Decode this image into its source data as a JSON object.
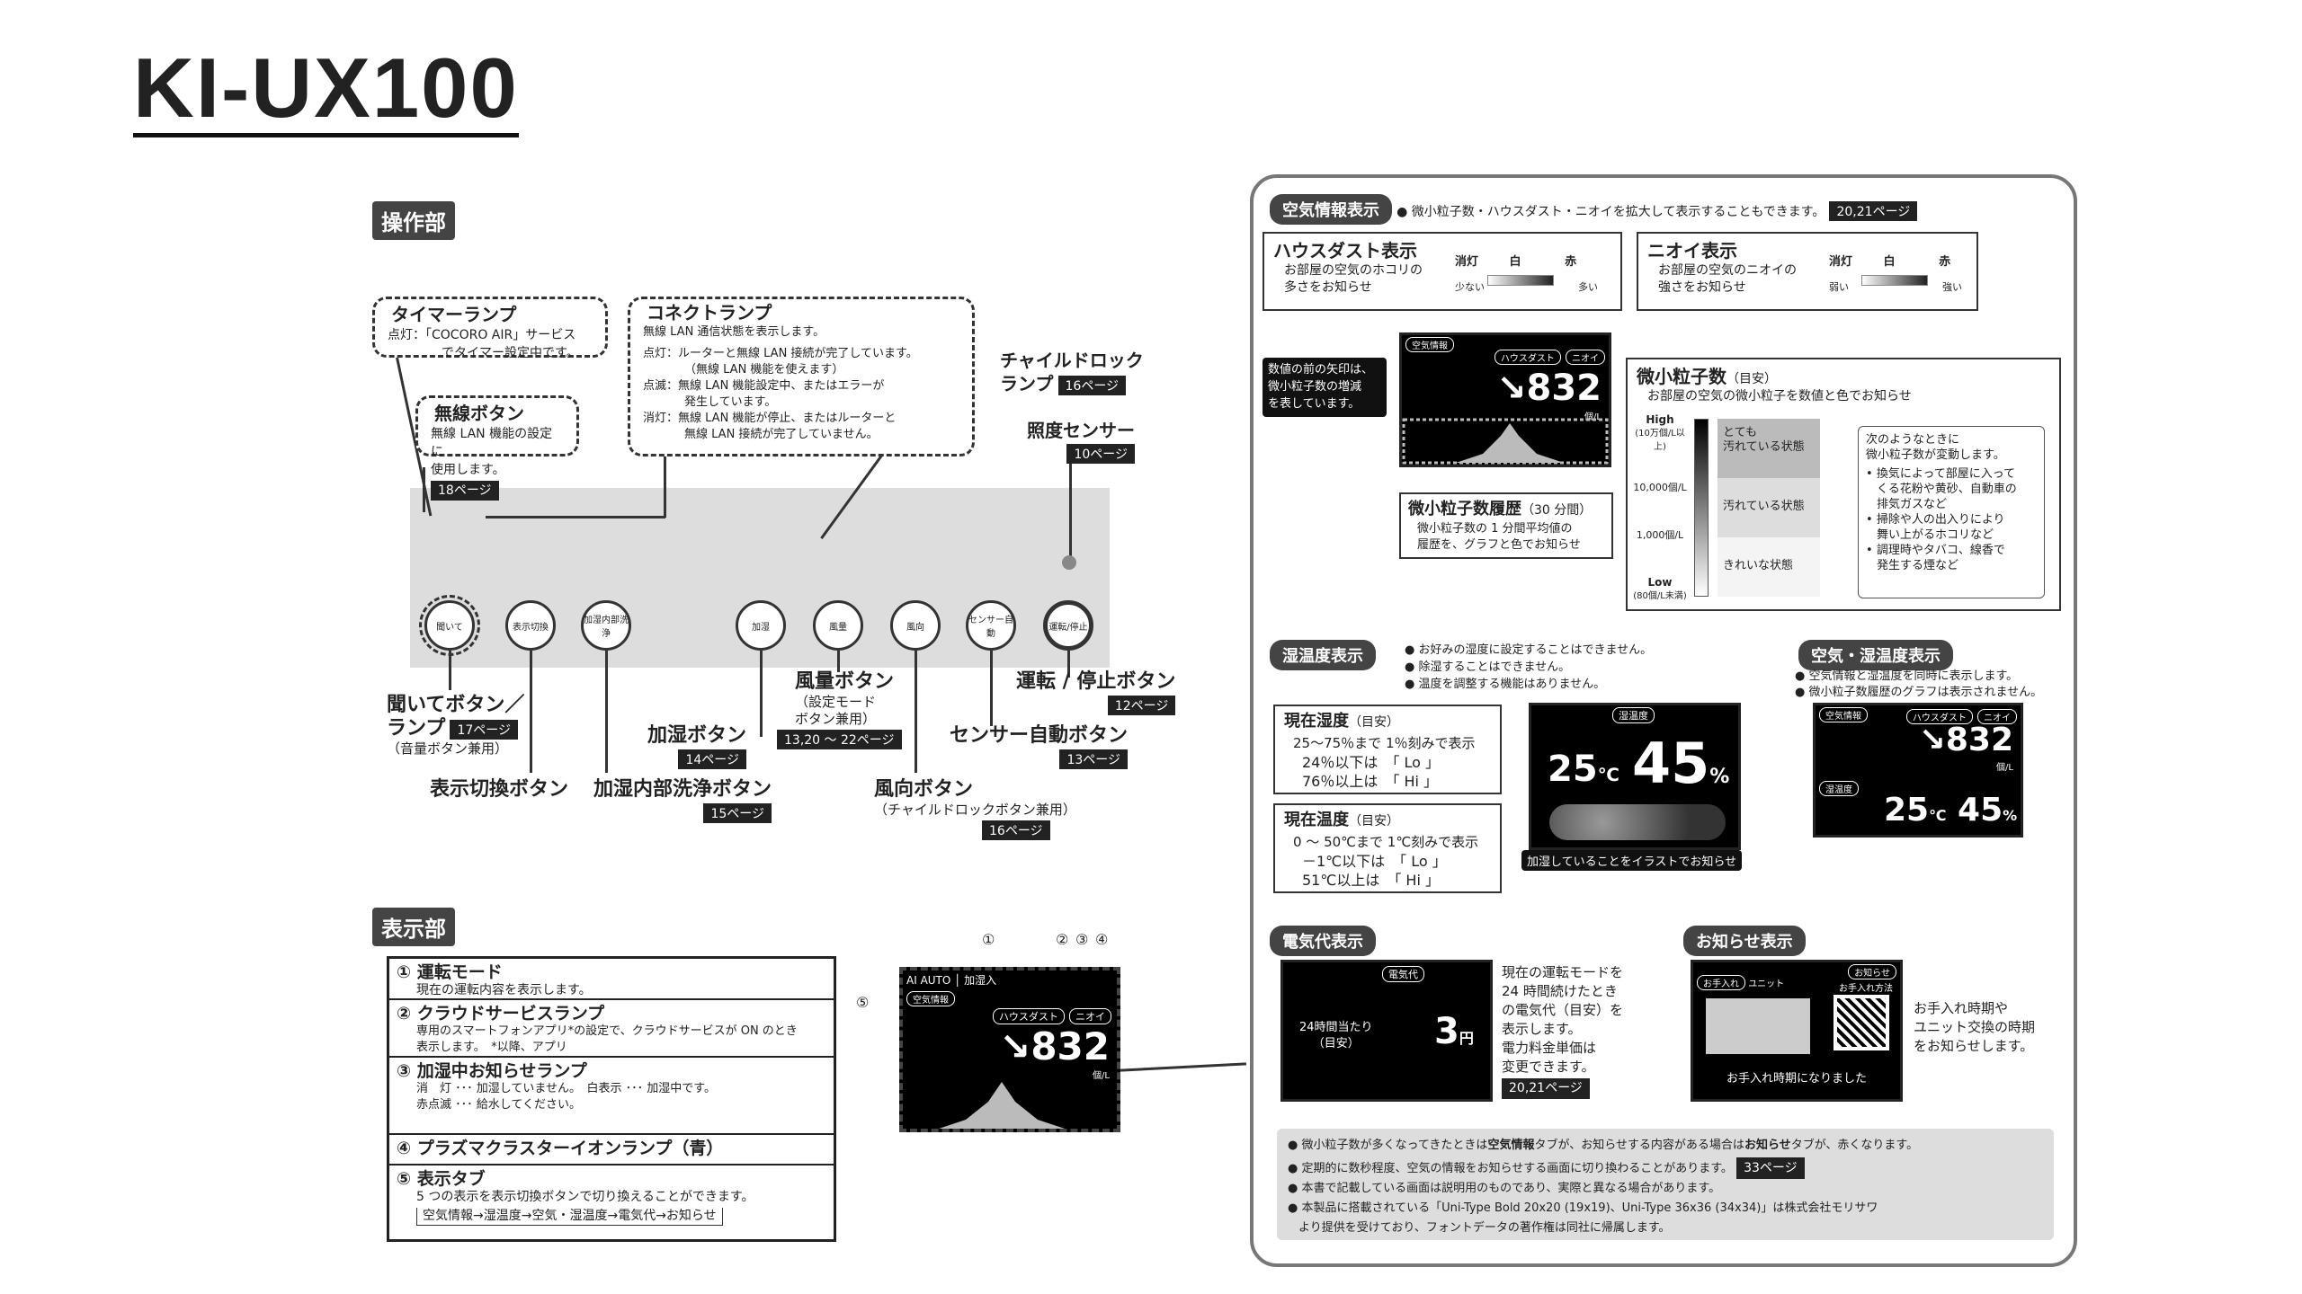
{
  "title": "KI-UX100",
  "ops": {
    "heading": "操作部",
    "timer": {
      "title": "タイマーランプ",
      "l1": "点灯：「COCORO AIR」サービス",
      "l2": "でタイマー設定中です。"
    },
    "connect": {
      "title": "コネクトランプ",
      "intro": "無線 LAN 通信状態を表示します。",
      "on1": "点灯：ルーターと無線 LAN 接続が完了しています。",
      "on2": "（無線 LAN 機能を使えます）",
      "blink1": "点滅：無線 LAN 機能設定中、またはエラーが",
      "blink2": "発生しています。",
      "off1": "消灯：無線 LAN 機能が停止、またはルーターと",
      "off2": "無線 LAN 接続が完了していません。"
    },
    "wireless": {
      "title": "無線ボタン",
      "l1": "無線 LAN 機能の設定に",
      "l2": "使用します。",
      "page": "18ページ"
    },
    "childlock": {
      "l1": "チャイルドロック",
      "l2": "ランプ",
      "page": "16ページ"
    },
    "lightsensor": {
      "title": "照度センサー",
      "page": "10ページ"
    },
    "buttons": [
      "聞いて",
      "表示切換",
      "加湿内部洗浄",
      "加湿",
      "風量",
      "風向",
      "センサー自動",
      "運転/停止"
    ],
    "listen": {
      "l1": "聞いてボタン／",
      "l2": "ランプ",
      "page": "17ページ",
      "sub": "（音量ボタン兼用）"
    },
    "dispswitch": "表示切換ボタン",
    "humclean": {
      "title": "加湿内部洗浄ボタン",
      "page": "15ページ"
    },
    "humid": {
      "title": "加湿ボタン",
      "page": "14ページ"
    },
    "fan": {
      "title": "風量ボタン",
      "s1": "（設定モード",
      "s2": "ボタン兼用）",
      "page": "13,20 ～ 22ページ"
    },
    "dir": {
      "title": "風向ボタン",
      "sub": "（チャイルドロックボタン兼用）",
      "page": "16ページ"
    },
    "sensorauto": {
      "title": "センサー自動ボタン",
      "page": "13ページ"
    },
    "power": {
      "title": "運転 / 停止ボタン",
      "page": "12ページ"
    }
  },
  "disp": {
    "heading": "表示部",
    "items": [
      {
        "title": "① 運転モード",
        "d1": "現在の運転内容を表示します。",
        "d2": ""
      },
      {
        "title": "② クラウドサービスランプ",
        "d1": "専用のスマートフォンアプリ*の設定で、クラウドサービスが ON のとき",
        "d2": "表示します。　*以降、アプリ"
      },
      {
        "title": "③ 加湿中お知らせランプ",
        "d1": "消　灯 ･･･ 加湿していません。　白表示 ･･･ 加湿中です。",
        "d2": "赤点滅 ･･･ 給水してください。"
      },
      {
        "title": "④ プラズマクラスターイオンランプ（青）",
        "d1": "",
        "d2": ""
      },
      {
        "title": "⑤ 表示タブ",
        "d1": "5 つの表示を表示切換ボタンで切り換えることができます。",
        "d2": "空気情報→湿温度→空気・湿温度→電気代→お知らせ"
      }
    ],
    "screen": {
      "mode": "AI AUTO │ 加湿入",
      "tab": "空気情報",
      "tag1": "ハウスダスト",
      "tag2": "ニオイ",
      "value": "832",
      "unit": "個/L",
      "marks": [
        "①",
        "②",
        "③",
        "④",
        "⑤"
      ]
    }
  },
  "right": {
    "air": {
      "heading": "空気情報表示",
      "note": "● 微小粒子数・ハウスダスト・ニオイを拡大して表示することもできます。",
      "page": "20,21ページ"
    },
    "dust": {
      "title": "ハウスダスト表示",
      "l1": "お部屋の空気のホコリの",
      "l2": "多さをお知らせ",
      "off": "消灯",
      "w": "白",
      "r": "赤",
      "few": "少ない",
      "many": "多い"
    },
    "odor": {
      "title": "ニオイ表示",
      "l1": "お部屋の空気のニオイの",
      "l2": "強さをお知らせ",
      "off": "消灯",
      "w": "白",
      "r": "赤",
      "weak": "弱い",
      "strong": "強い"
    },
    "arrow": {
      "l1": "数値の前の矢印は、",
      "l2": "微小粒子数の増減",
      "l3": "を表しています。"
    },
    "screen1": {
      "tab": "空気情報",
      "tag1": "ハウスダスト",
      "tag2": "ニオイ",
      "value": "832",
      "unit": "個/L"
    },
    "hist": {
      "title": "微小粒子数履歴",
      "t2": "（30 分間）",
      "l1": "微小粒子数の 1 分間平均値の",
      "l2": "履歴を、グラフと色でお知らせ"
    },
    "pm": {
      "title": "微小粒子数",
      "t2": "（目安）",
      "sub": "お部屋の空気の微小粒子を数値と色でお知らせ",
      "high": "High",
      "high2": "(10万個/L以上)",
      "v1": "10,000個/L",
      "v2": "1,000個/L",
      "low": "Low",
      "low2": "(80個/L未満)",
      "s1a": "とても",
      "s1b": "汚れている状態",
      "s2": "汚れている状態",
      "s3": "きれいな状態"
    },
    "change": {
      "l1": "次のようなときに",
      "l2": "微小粒子数が変動します。",
      "b1": "換気によって部屋に入って",
      "b1b": "くる花粉や黄砂、自動車の",
      "b1c": "排気ガスなど",
      "b2": "掃除や人の出入りにより",
      "b2b": "舞い上がるホコリなど",
      "b3": "調理時やタバコ、線香で",
      "b3b": "発生する煙など"
    },
    "hum": {
      "heading": "湿温度表示",
      "n1": "● お好みの湿度に設定することはできません。",
      "n2": "● 除湿することはできません。",
      "n3": "● 温度を調整する機能はありません。"
    },
    "humid": {
      "title": "現在湿度",
      "t2": "（目安）",
      "l1": "25～75％まで 1％刻みで表示",
      "l2": "24％以下は　「 Lo 」",
      "l3": "76％以上は　「 Hi 」"
    },
    "temp": {
      "title": "現在温度",
      "t2": "（目安）",
      "l1": "0 ～ 50℃まで 1℃刻みで表示",
      "l2": "－1℃以下は　「 Lo 」",
      "l3": "51℃以上は　「 Hi 」"
    },
    "screen2": {
      "tab": "湿温度",
      "temp": "25",
      "tu": "℃",
      "hum": "45",
      "hu": "%",
      "cap": "加湿していることをイラストでお知らせ"
    },
    "airhum": {
      "heading": "空気・湿温度表示",
      "n1": "● 空気情報と湿温度を同時に表示します。",
      "n2": "● 微小粒子数履歴のグラフは表示されません。",
      "tab1": "空気情報",
      "tag1": "ハウスダスト",
      "tag2": "ニオイ",
      "value": "832",
      "unit": "個/L",
      "tab2": "湿温度",
      "temp": "25",
      "tu": "℃",
      "hum": "45",
      "hu": "%"
    },
    "elec": {
      "heading": "電気代表示",
      "tab": "電気代",
      "lbl1": "24時間当たり",
      "lbl2": "（目安）",
      "value": "3",
      "unit": "円",
      "d1": "現在の運転モードを",
      "d2": "24 時間続けたとき",
      "d3": "の電気代（目安）を",
      "d4": "表示します。",
      "d5": "電力料金単価は",
      "d6": "変更できます。",
      "page": "20,21ページ"
    },
    "notice": {
      "heading": "お知らせ表示",
      "tab1": "お手入れ",
      "tab2": "ユニット",
      "tab3": "お知らせ",
      "qr": "お手入れ方法",
      "msg": "お手入れ時期になりました",
      "d1": "お手入れ時期や",
      "d2": "ユニット交換の時期",
      "d3": "をお知らせします。"
    },
    "foot": {
      "f1a": "● 微小粒子数が多くなってきたときは",
      "f1b": "空気情報",
      "f1c": "タブが、お知らせする内容がある場合は",
      "f1d": "お知らせ",
      "f1e": "タブが、赤くなります。",
      "f2": "● 定期的に数秒程度、空気の情報をお知らせする画面に切り換わることがあります。",
      "f2p": "33ページ",
      "f3": "● 本書で記載している画面は説明用のものであり、実際と異なる場合があります。",
      "f4": "● 本製品に搭載されている「Uni-Type Bold 20x20 (19x19)、Uni-Type 36x36 (34x34)」は株式会社モリサワ",
      "f5": "より提供を受けており、フォントデータの著作権は同社に帰属します。"
    }
  }
}
